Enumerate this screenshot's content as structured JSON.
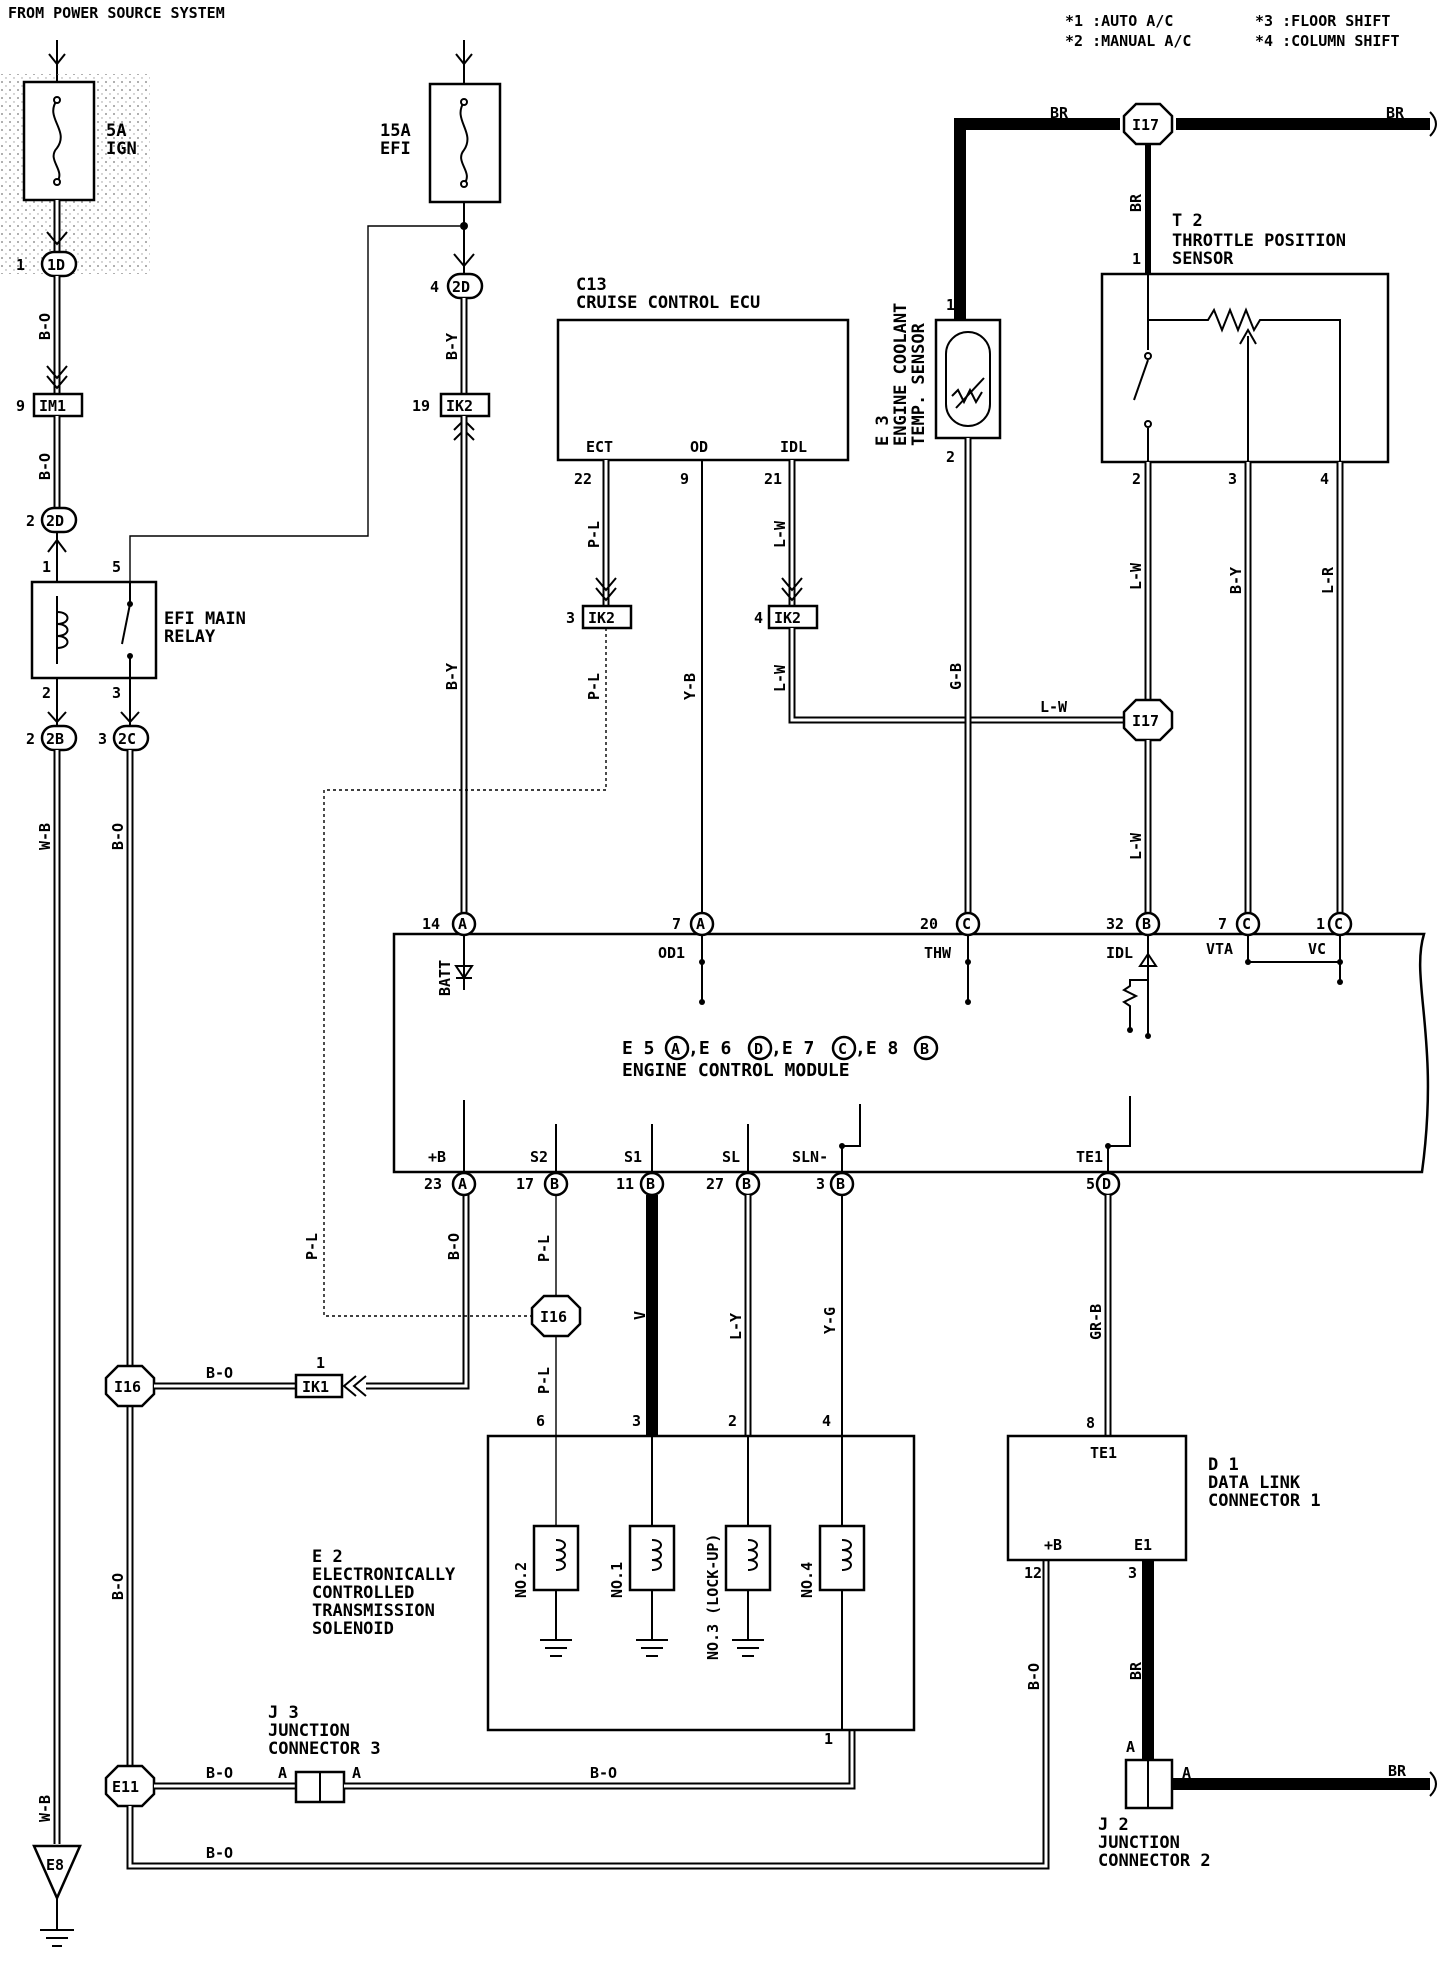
{
  "header": {
    "source": "FROM POWER SOURCE SYSTEM",
    "legend": [
      "*1 :AUTO A/C",
      "*2 :MANUAL A/C",
      "*3 :FLOOR SHIFT",
      "*4 :COLUMN SHIFT"
    ]
  },
  "fuses": {
    "ign": {
      "amp": "5A",
      "name": "IGN"
    },
    "efi": {
      "amp": "15A",
      "name": "EFI"
    }
  },
  "connectors": {
    "c1D": "1D",
    "p1D": "1",
    "cIM1": "IM1",
    "pIM1": "9",
    "c2D_left": "2D",
    "p2D_left": "2",
    "c2D_top": "2D",
    "p2D_top": "4",
    "cIK2_19": "IK2",
    "pIK2_19": "19",
    "cIK2_3": "IK2",
    "pIK2_3": "3",
    "cIK2_4": "IK2",
    "pIK2_4": "4",
    "c2B": "2B",
    "p2B": "2",
    "c2C": "2C",
    "p2C": "3",
    "cIK1": "IK1",
    "pIK1": "1"
  },
  "junctions": {
    "i17_top": "I17",
    "i17_mid": "I17",
    "i16_left": "I16",
    "i16_mid": "I16",
    "e11": "E11",
    "e8": "E8"
  },
  "relay": {
    "name1": "EFI MAIN",
    "name2": "RELAY",
    "p1": "1",
    "p5": "5",
    "p2": "2",
    "p3": "3"
  },
  "cruise_ecu": {
    "code": "C13",
    "name": "CRUISE CONTROL ECU",
    "terms": [
      "ECT",
      "OD",
      "IDL"
    ],
    "pins": [
      "22",
      "9",
      "21"
    ]
  },
  "coolant_sensor": {
    "code": "E 3",
    "name1": "ENGINE COOLANT",
    "name2": "TEMP. SENSOR",
    "p1": "1",
    "p2": "2"
  },
  "tps": {
    "code": "T 2",
    "name1": "THROTTLE POSITION",
    "name2": "SENSOR",
    "p1": "1",
    "p2": "2",
    "p3": "3",
    "p4": "4"
  },
  "ecm": {
    "line1": "E 5",
    "c_a": "A",
    "c_d": "D",
    "c_c": "C",
    "c_b": "B",
    "e6": ",E 6",
    "e7": ",E 7",
    "e8": ",E 8",
    "name": "ENGINE CONTROL MODULE",
    "top_terms": [
      {
        "pin": "14",
        "conn": "A",
        "term": "BATT"
      },
      {
        "pin": "7",
        "conn": "A",
        "term": "OD1"
      },
      {
        "pin": "20",
        "conn": "C",
        "term": "THW"
      },
      {
        "pin": "32",
        "conn": "B",
        "term": "IDL"
      },
      {
        "pin": "7",
        "conn": "C",
        "term": "VTA"
      },
      {
        "pin": "1",
        "conn": "C",
        "term": "VC"
      }
    ],
    "bottom_terms": [
      {
        "pin": "23",
        "conn": "A",
        "term": "+B"
      },
      {
        "pin": "17",
        "conn": "B",
        "term": "S2"
      },
      {
        "pin": "11",
        "conn": "B",
        "term": "S1"
      },
      {
        "pin": "27",
        "conn": "B",
        "term": "SL"
      },
      {
        "pin": "3",
        "conn": "B",
        "term": "SLN-"
      },
      {
        "pin": "5",
        "conn": "D",
        "term": "TE1"
      }
    ]
  },
  "solenoid": {
    "code": "E 2",
    "name": [
      "ELECTRONICALLY",
      "CONTROLLED",
      "TRANSMISSION",
      "SOLENOID"
    ],
    "coils": [
      "NO.2",
      "NO.1",
      "NO.3 (LOCK-UP)",
      "NO.4"
    ],
    "pins": [
      "6",
      "3",
      "2",
      "4"
    ],
    "p1": "1"
  },
  "dlc": {
    "code": "D 1",
    "name1": "DATA LINK",
    "name2": "CONNECTOR 1",
    "te1": "TE1",
    "pb": "+B",
    "e1": "E1",
    "p8": "8",
    "p12": "12",
    "p3": "3"
  },
  "j3": {
    "code": "J 3",
    "name1": "JUNCTION",
    "name2": "CONNECTOR 3",
    "a1": "A",
    "a2": "A"
  },
  "j2": {
    "code": "J 2",
    "name1": "JUNCTION",
    "name2": "CONNECTOR 2",
    "a1": "A",
    "a2": "A"
  },
  "wires": {
    "bo": "B-O",
    "by": "B-Y",
    "pl": "P-L",
    "yb": "Y-B",
    "lw": "L-W",
    "gb": "G-B",
    "br": "BR",
    "lr": "L-R",
    "wb": "W-B",
    "v": "V",
    "ly": "L-Y",
    "yg": "Y-G",
    "grb": "GR-B"
  }
}
